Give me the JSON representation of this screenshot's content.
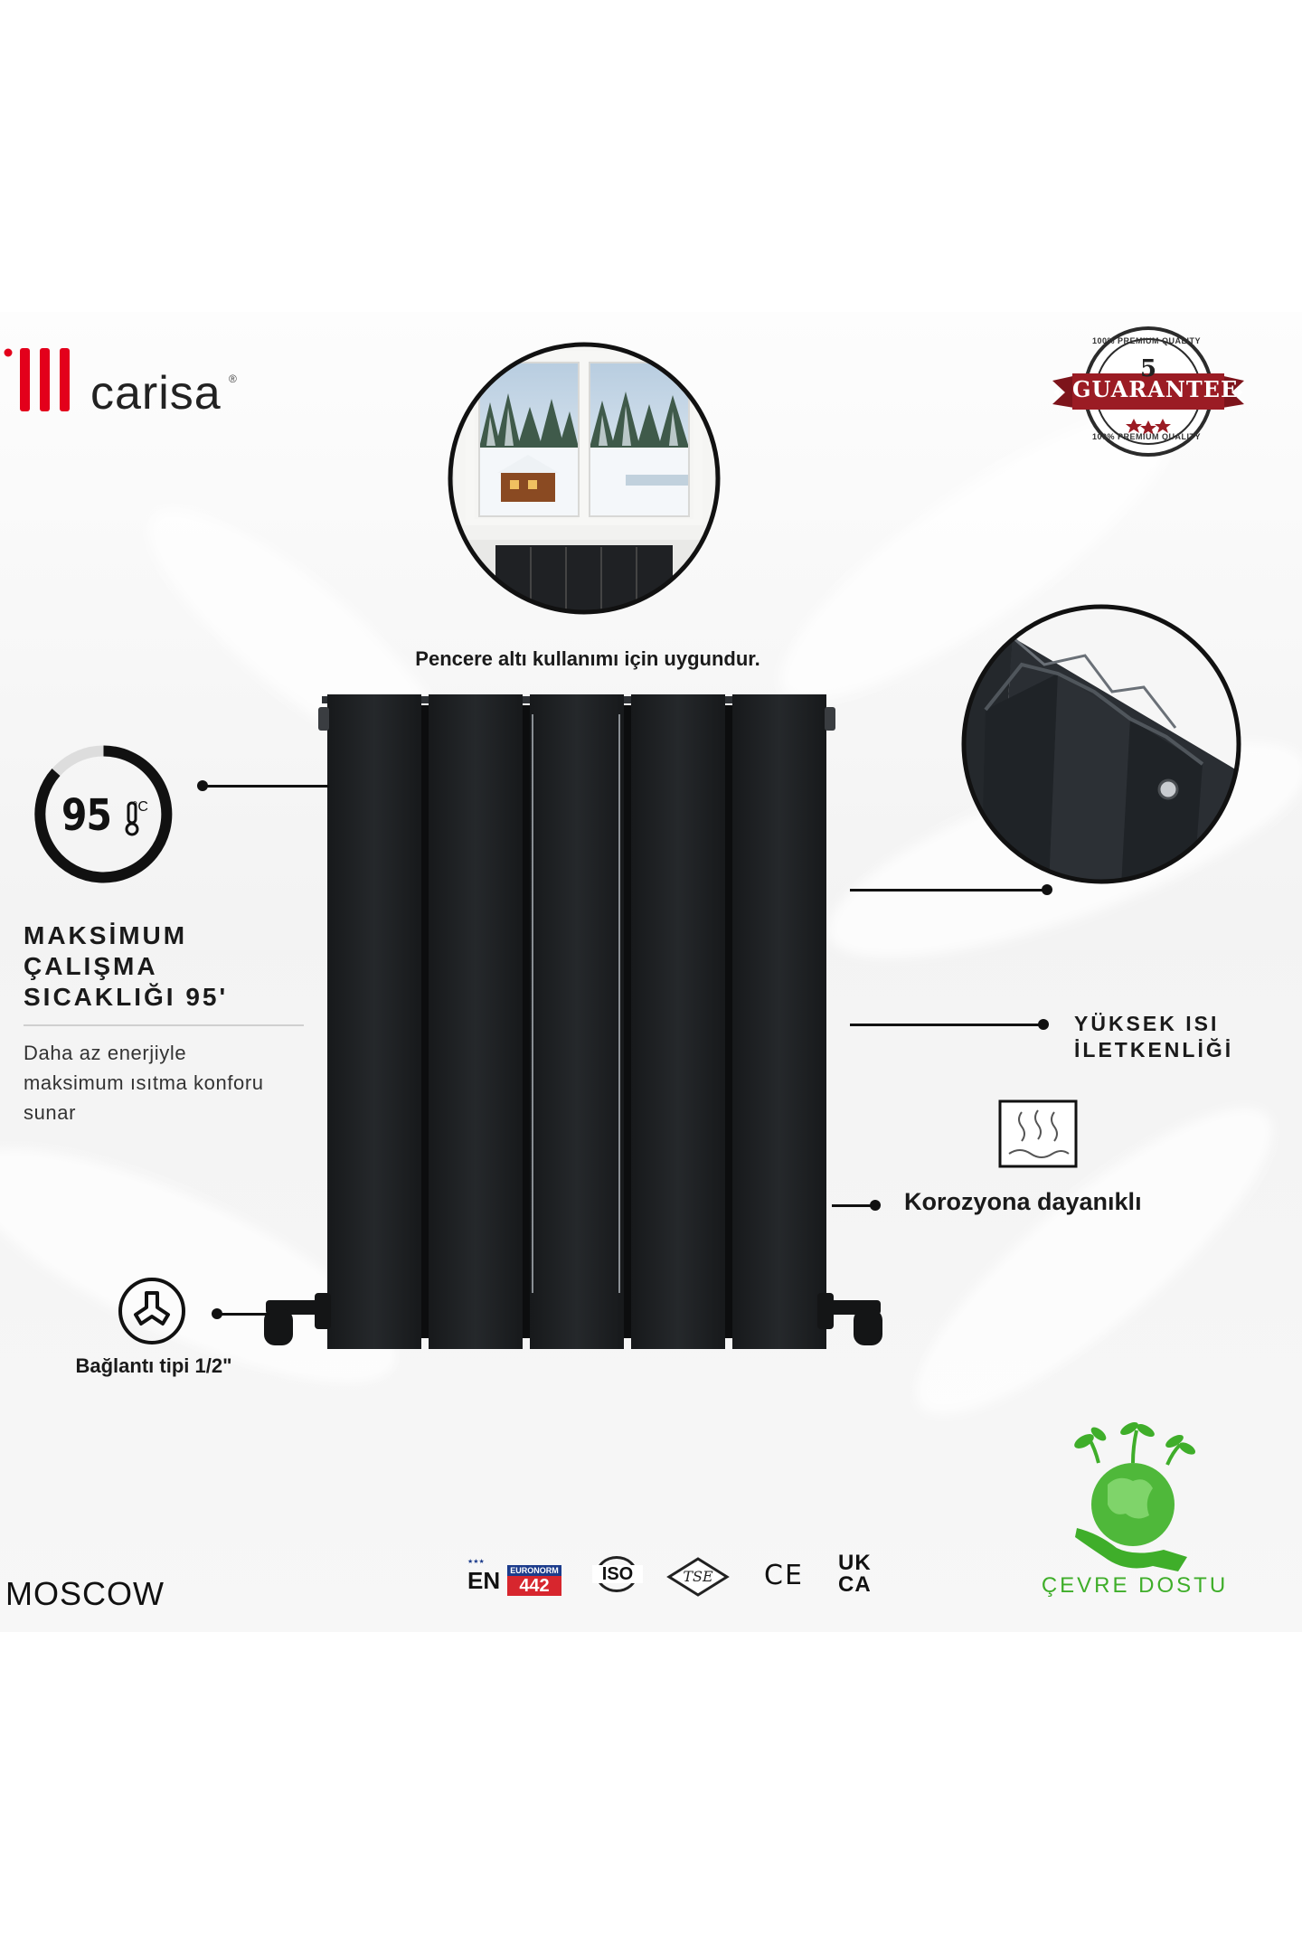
{
  "brand": {
    "name": "carisa",
    "registered": "®"
  },
  "guarantee": {
    "top_text": "100% PREMIUM QUALITY",
    "number": "5",
    "word": "GUARANTEE",
    "bottom_text": "100% PREMIUM QUALITY"
  },
  "window_feature": {
    "caption": "Pencere altı kullanımı için uygundur."
  },
  "temperature": {
    "gauge_value": "95",
    "gauge_unit": "°C",
    "title_lines": [
      "MAKSİMUM",
      "ÇALIŞMA",
      "SICAKLIĞI 95'"
    ],
    "description_lines": [
      "Daha az enerjiyle",
      "maksimum ısıtma konforu",
      "sunar"
    ]
  },
  "connection": {
    "label": "Bağlantı tipi 1/2\""
  },
  "heat": {
    "label_lines": [
      "YÜKSEK ISI",
      "İLETKENLİĞİ"
    ]
  },
  "corrosion": {
    "label": "Korozyona dayanıklı"
  },
  "model": {
    "name": "MOSCOW"
  },
  "certifications": {
    "en_prefix": "EN",
    "en_top": "EURONORM",
    "en_number": "442",
    "iso": "ISO",
    "tse": "TSE",
    "ce": "CE",
    "ukca_top": "UK",
    "ukca_bottom": "CA"
  },
  "eco": {
    "label": "ÇEVRE DOSTU"
  },
  "colors": {
    "brand_red": "#e3001b",
    "radiator": "#1f2124",
    "eco_green": "#3fae2a",
    "seal_red": "#9b1c24",
    "accent_dark": "#111111"
  }
}
